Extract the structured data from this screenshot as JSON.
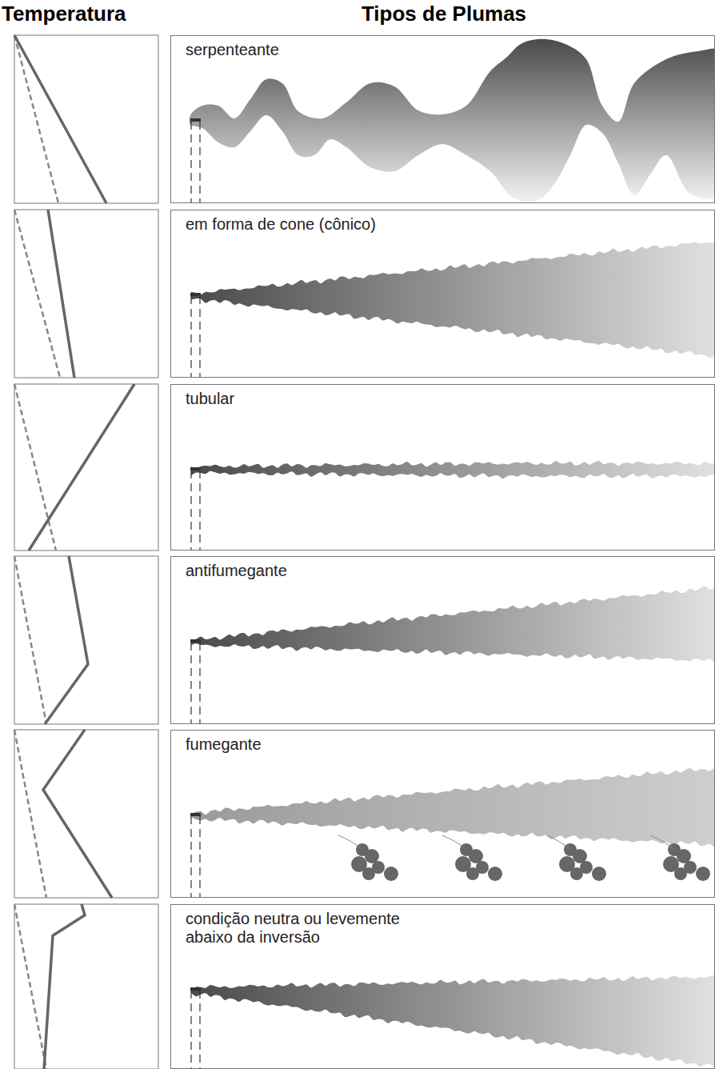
{
  "diagram": {
    "nodes": [
      {
        "text": [
          "serpenteante"
        ]
      },
      {
        "text": [
          "em forma de cone (cônico)"
        ]
      },
      {
        "text": [
          "tubular"
        ]
      },
      {
        "text": [
          "antifumegante"
        ]
      },
      {
        "text": [
          "fumegante"
        ]
      },
      {
        "text": [
          "condição neutra ou levemente abaixo da inversão"
        ]
      }
    ],
    "labels": [
      "Temperatura",
      "Tipos de Plumas"
    ]
  }
}
